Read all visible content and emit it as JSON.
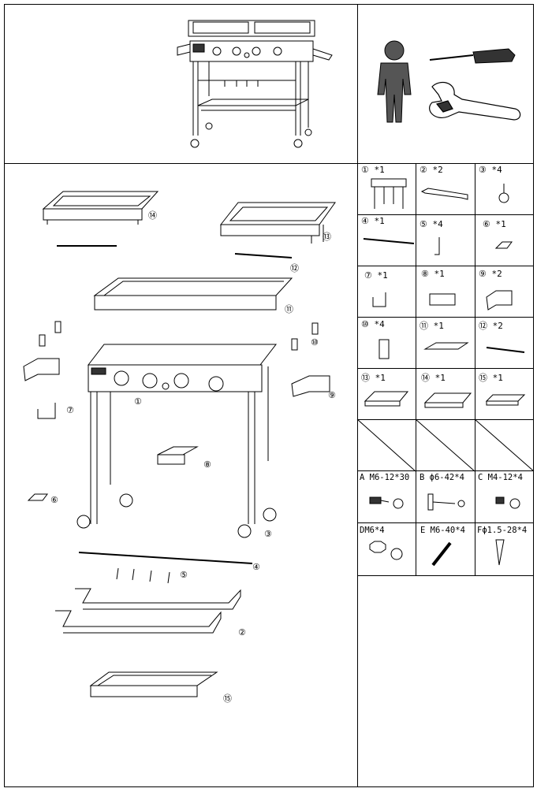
{
  "parts": [
    {
      "id": "1",
      "label": "① *1"
    },
    {
      "id": "2",
      "label": "② *2"
    },
    {
      "id": "3",
      "label": "③ *4"
    },
    {
      "id": "4",
      "label": "④ *1"
    },
    {
      "id": "5",
      "label": "⑤ *4"
    },
    {
      "id": "6",
      "label": "⑥ *1"
    },
    {
      "id": "7",
      "label": "⑦ *1"
    },
    {
      "id": "8",
      "label": "⑧ *1"
    },
    {
      "id": "9",
      "label": "⑨ *2"
    },
    {
      "id": "10",
      "label": "⑩ *4"
    },
    {
      "id": "11",
      "label": "⑪ *1"
    },
    {
      "id": "12",
      "label": "⑫ *2"
    },
    {
      "id": "13",
      "label": "⑬ *1"
    },
    {
      "id": "14",
      "label": "⑭ *1"
    },
    {
      "id": "15",
      "label": "⑮ *1"
    }
  ],
  "hardware": [
    {
      "label": "A M6-12*30"
    },
    {
      "label": "B ϕ6-42*4"
    },
    {
      "label": "C M4-12*4"
    },
    {
      "label": "DM6*4"
    },
    {
      "label": "E M6-40*4"
    },
    {
      "label": "Fϕ1.5-28*4"
    }
  ],
  "exploded_callouts": [
    "⑭",
    "⑬",
    "⑫",
    "⑪",
    "⑩",
    "⑨",
    "⑦",
    "①",
    "⑧",
    "⑥",
    "③",
    "④",
    "⑤",
    "②",
    "⑮"
  ]
}
